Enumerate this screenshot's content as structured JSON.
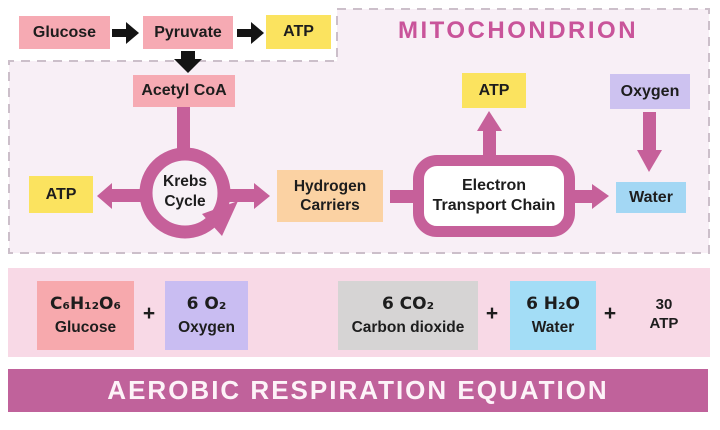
{
  "palette": {
    "magenta_shapes": "#c6609a",
    "title_pink": "#c9549a",
    "banner_bg": "#c0629b",
    "box_pink": "#f6aab3",
    "box_yellow": "#fbe35f",
    "box_lavender": "#cdc2f0",
    "box_peach": "#fbd2a3",
    "box_blue": "#a3d7f4",
    "box_gray": "#d6d4d4",
    "equation_panel_pink": "#f8d9e6",
    "mitochondrion_fill": "#f8eff6",
    "star_gold": "#f2b41d"
  },
  "glycolysis": {
    "glucose_label": "Glucose",
    "pyruvate_label": "Pyruvate",
    "atp_label": "ATP"
  },
  "mitochondrion": {
    "title": "MITOCHONDRION",
    "acetyl_coa_label": "Acetyl CoA",
    "krebs_cycle": [
      "Krebs",
      "Cycle"
    ],
    "atp_krebs_label": "ATP",
    "hydrogen_carriers": [
      "Hydrogen",
      "Carriers"
    ],
    "electron_transport_chain": [
      "Electron",
      "Transport Chain"
    ],
    "atp_etc_label": "ATP",
    "oxygen_label": "Oxygen",
    "water_label": "Water"
  },
  "equation": {
    "plus": "+",
    "glucose": {
      "formula": "C₆H₁₂O₆",
      "name": "Glucose"
    },
    "oxygen": {
      "formula": "6 O₂",
      "name": "Oxygen"
    },
    "carbon_dioxide": {
      "formula": "6 CO₂",
      "name": "Carbon dioxide"
    },
    "water": {
      "formula": "6 H₂O",
      "name": "Water"
    },
    "atp_yield": {
      "count": "30",
      "label": "ATP"
    }
  },
  "banner": {
    "title": "AEROBIC RESPIRATION EQUATION"
  }
}
